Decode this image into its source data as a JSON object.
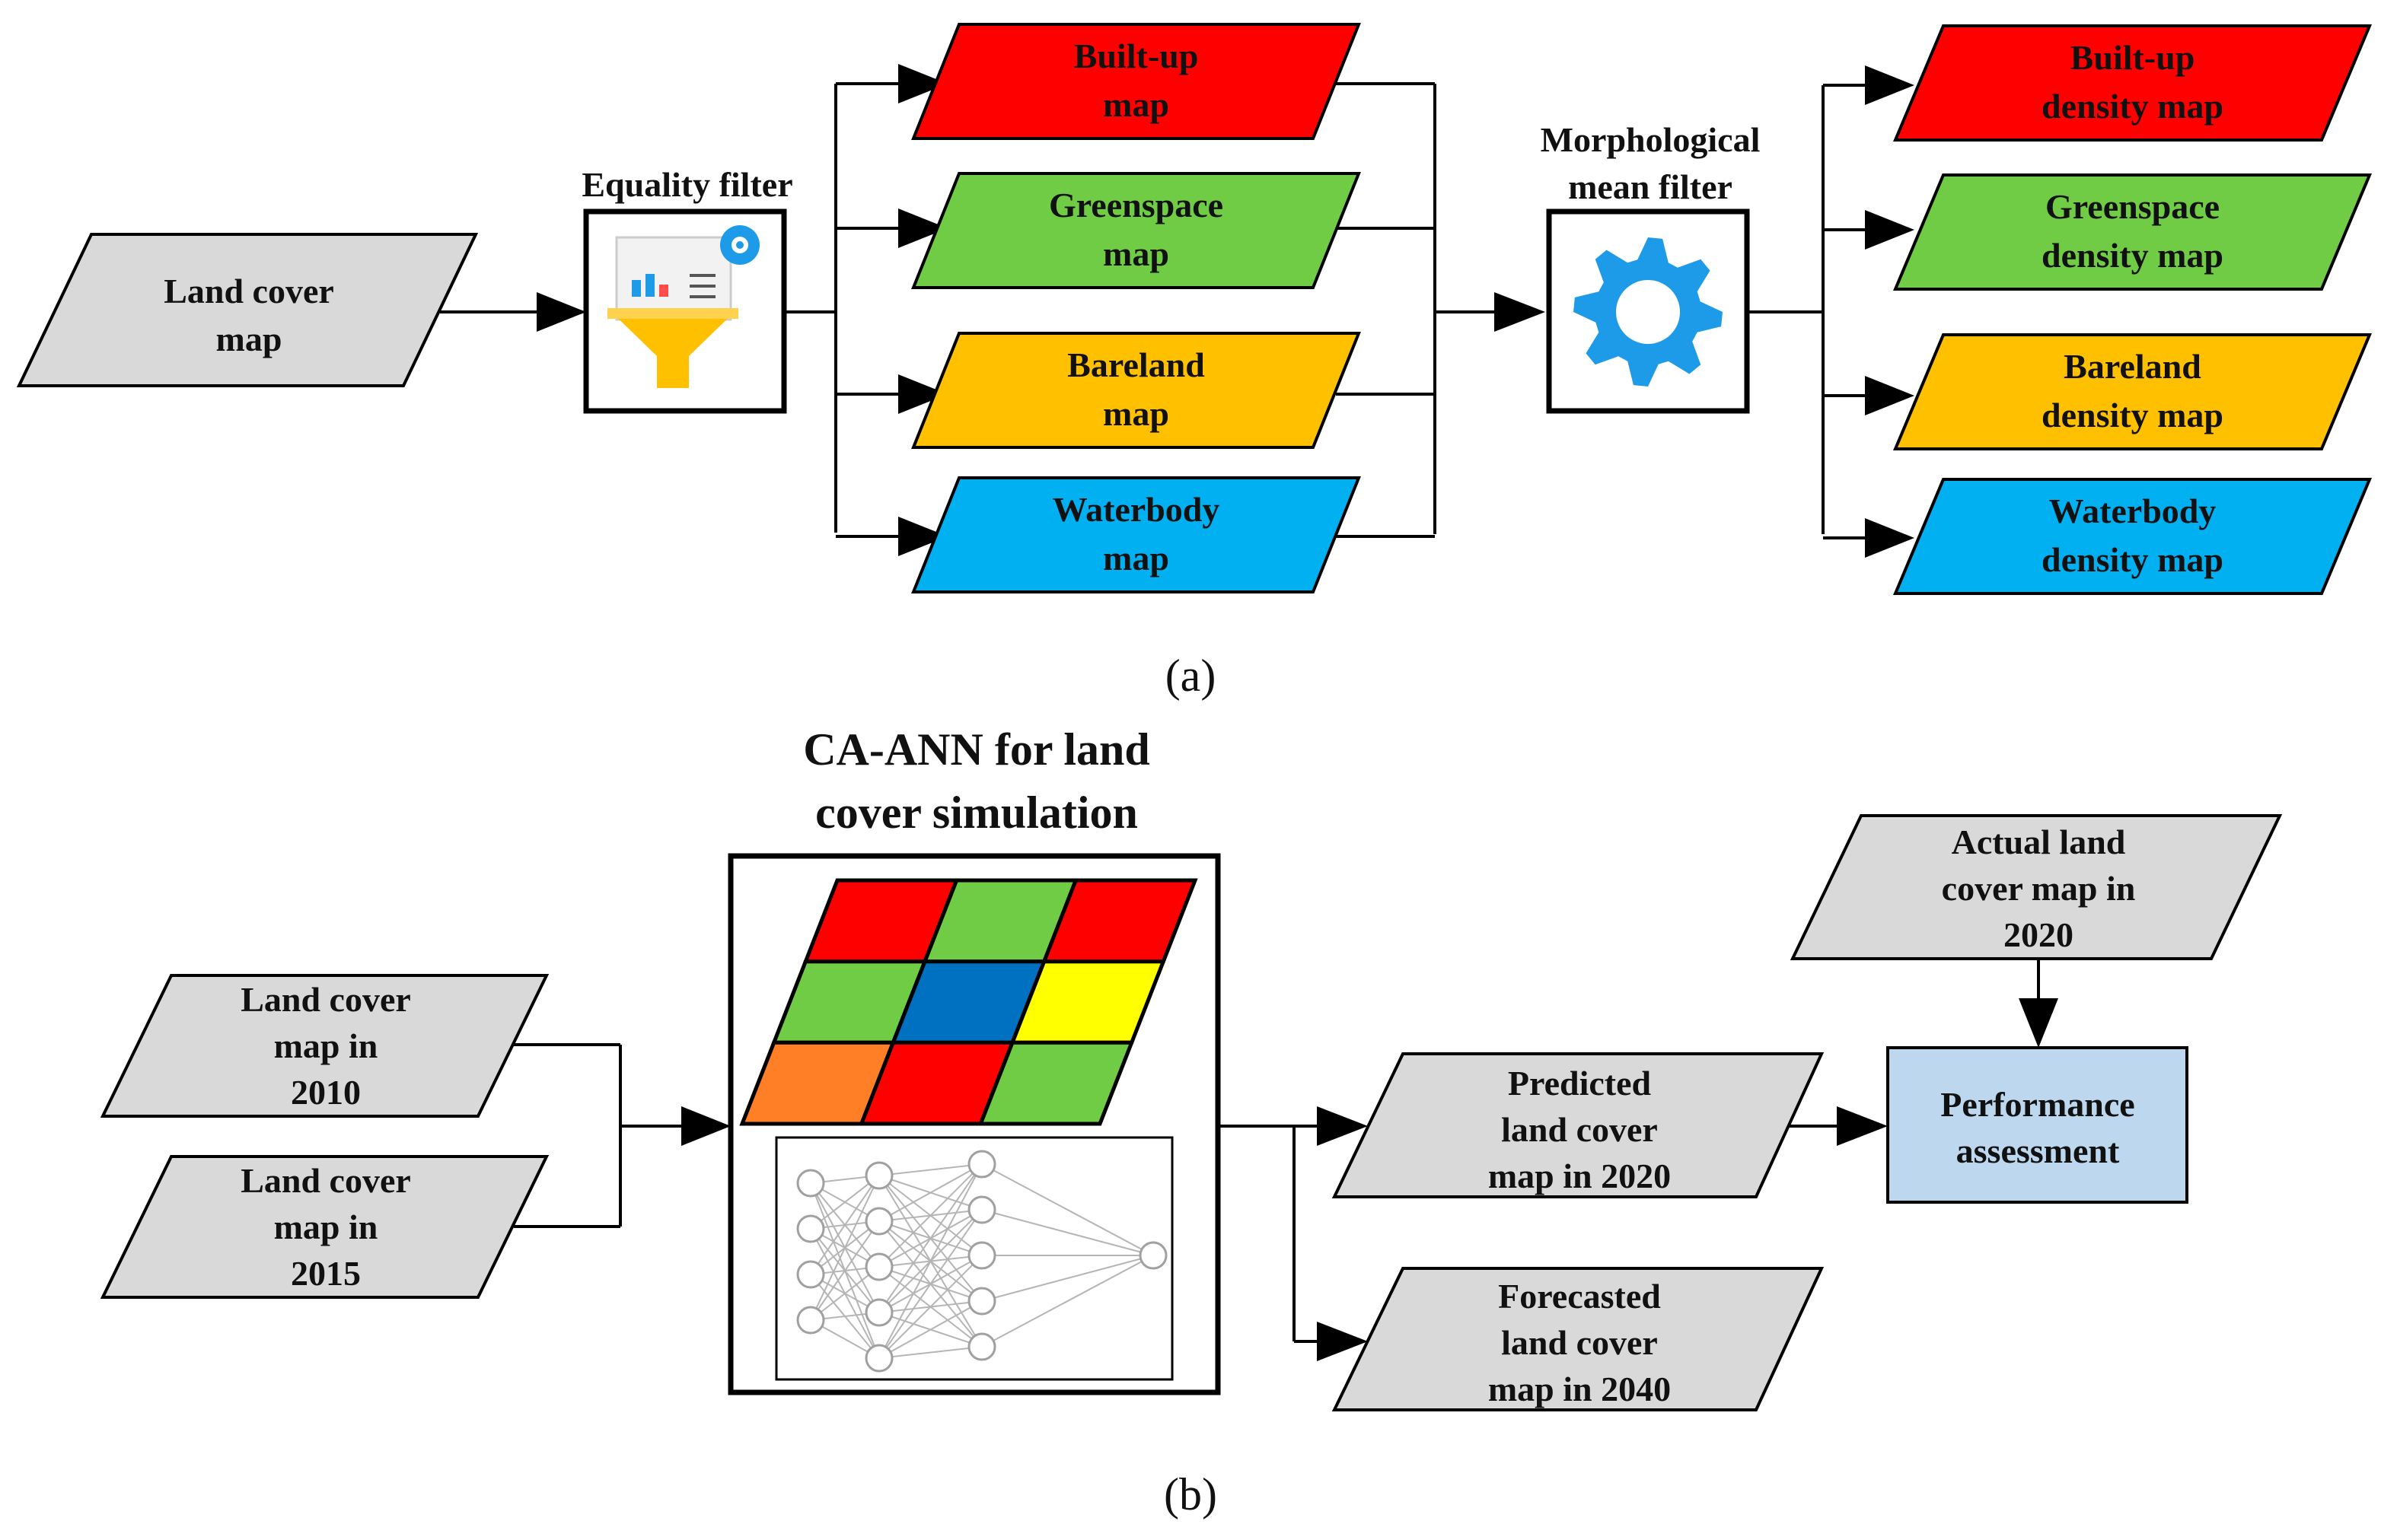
{
  "colors": {
    "gray": "#d9d9d9",
    "red": "#ff0000",
    "green": "#70cc45",
    "yellow": "#ffc000",
    "blue": "#00b0f0",
    "light_blue": "#bdd7ee",
    "gear": "#1e9be8",
    "grid_blue": "#0070c0",
    "grid_yellow": "#ffff00",
    "grid_orange": "#ff7f27"
  },
  "panel_a": {
    "caption": "(a)",
    "input": [
      "Land cover",
      "map"
    ],
    "equality_filter": {
      "title": "Equality filter",
      "icon": "filter-funnel-icon"
    },
    "class_maps": [
      {
        "lines": [
          "Built-up",
          "map"
        ],
        "color": "#ff0000"
      },
      {
        "lines": [
          "Greenspace",
          "map"
        ],
        "color": "#70cc45"
      },
      {
        "lines": [
          "Bareland",
          "map"
        ],
        "color": "#ffc000"
      },
      {
        "lines": [
          "Waterbody",
          "map"
        ],
        "color": "#00b0f0"
      }
    ],
    "mean_filter": {
      "title": [
        "Morphological",
        "mean filter"
      ],
      "icon": "gear-icon"
    },
    "density_maps": [
      {
        "lines": [
          "Built-up",
          "density map"
        ],
        "color": "#ff0000"
      },
      {
        "lines": [
          "Greenspace",
          "density map"
        ],
        "color": "#70cc45"
      },
      {
        "lines": [
          "Bareland",
          "density map"
        ],
        "color": "#ffc000"
      },
      {
        "lines": [
          "Waterbody",
          "density map"
        ],
        "color": "#00b0f0"
      }
    ]
  },
  "panel_b": {
    "caption": "(b)",
    "model_title": [
      "CA-ANN for land",
      "cover simulation"
    ],
    "inputs": [
      [
        "Land cover",
        "map in",
        "2010"
      ],
      [
        "Land cover",
        "map in",
        "2015"
      ]
    ],
    "grid_colors": [
      "#ff0000",
      "#70cc45",
      "#ff0000",
      "#70cc45",
      "#0070c0",
      "#ffff00",
      "#ff7f27",
      "#ff0000",
      "#70cc45"
    ],
    "network_icon": "neural-network-icon",
    "predicted": [
      "Predicted",
      "land cover",
      "map in 2020"
    ],
    "forecasted": [
      "Forecasted",
      "land cover",
      "map in 2040"
    ],
    "actual": [
      "Actual land",
      "cover map in",
      "2020"
    ],
    "assessment": [
      "Performance",
      "assessment"
    ]
  }
}
